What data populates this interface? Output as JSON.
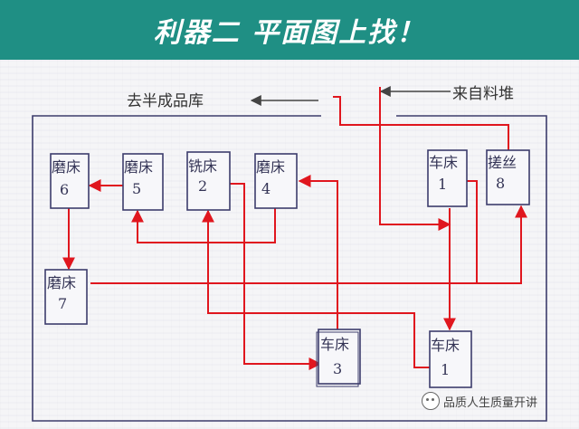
{
  "title": "利器二  平面图上找！",
  "labels": {
    "to_warehouse": "去半成品库",
    "from_material": "来自料堆"
  },
  "machines": [
    {
      "id": "m6",
      "name": "磨床",
      "number": "6"
    },
    {
      "id": "m5",
      "name": "磨床",
      "number": "5"
    },
    {
      "id": "x2",
      "name": "铣床",
      "number": "2"
    },
    {
      "id": "m4",
      "name": "磨床",
      "number": "4"
    },
    {
      "id": "c1a",
      "name": "车床",
      "number": "1"
    },
    {
      "id": "t8",
      "name": "搓丝",
      "number": "8"
    },
    {
      "id": "m7",
      "name": "磨床",
      "number": "7"
    },
    {
      "id": "c3",
      "name": "车床",
      "number": "3"
    },
    {
      "id": "c1b",
      "name": "车床",
      "number": "1"
    }
  ],
  "watermark": "品质人生质量开讲",
  "colors": {
    "header": "#1f8f84",
    "flow_line": "#e0161e",
    "outline": "#3c3c6c"
  },
  "icons": {
    "watermark": "wechat-icon"
  }
}
